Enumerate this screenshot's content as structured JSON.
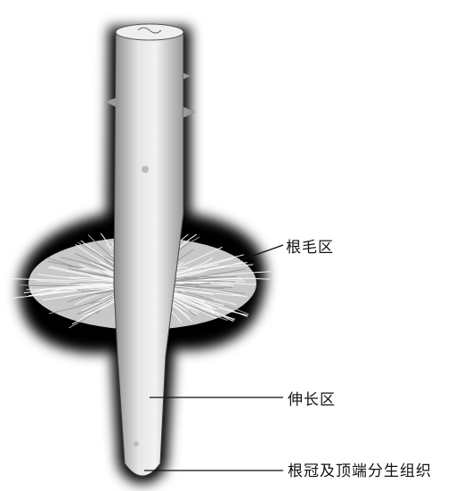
{
  "labels": {
    "root_hair_zone": "根毛区",
    "elongation_zone": "伸长区",
    "root_cap_and_apical_meristem": "根冠及顶端分生组织"
  },
  "colors": {
    "background": "#ffffff",
    "shadow": "#000000",
    "root_surface": "#d9d9d9",
    "leader_line": "#111111"
  }
}
